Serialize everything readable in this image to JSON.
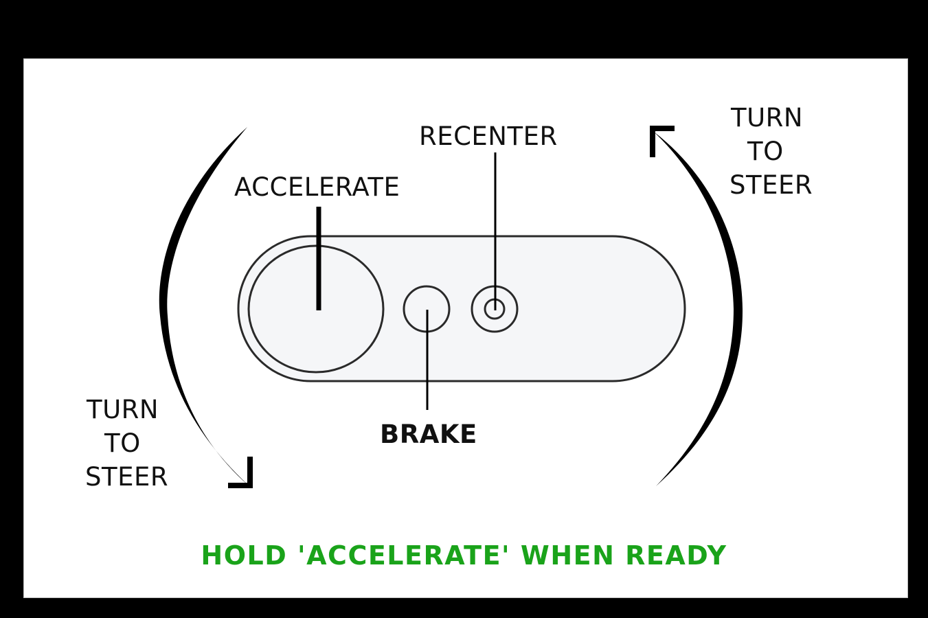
{
  "diagram": {
    "title": "Controller instructions",
    "colors": {
      "background": "#000000",
      "panel": "#ffffff",
      "controller_fill": "#f5f6f8",
      "outline": "#2a2a2a",
      "text": "#111111",
      "prompt": "#1aa31a"
    },
    "labels": {
      "accelerate": "ACCELERATE",
      "recenter": "RECENTER",
      "brake": "BRAKE"
    },
    "steer_left": {
      "lines": [
        "TURN",
        "TO",
        "STEER"
      ],
      "icon": "rotate-counterclockwise-arrow-icon"
    },
    "steer_right": {
      "lines": [
        "TURN",
        "TO",
        "STEER"
      ],
      "icon": "rotate-clockwise-arrow-icon"
    },
    "controller": {
      "buttons": [
        {
          "name": "accelerate",
          "icon": "trigger-button-icon"
        },
        {
          "name": "brake",
          "icon": "circle-button-icon"
        },
        {
          "name": "recenter",
          "icon": "home-button-icon"
        }
      ]
    },
    "prompt": "HOLD 'ACCELERATE' WHEN READY"
  }
}
